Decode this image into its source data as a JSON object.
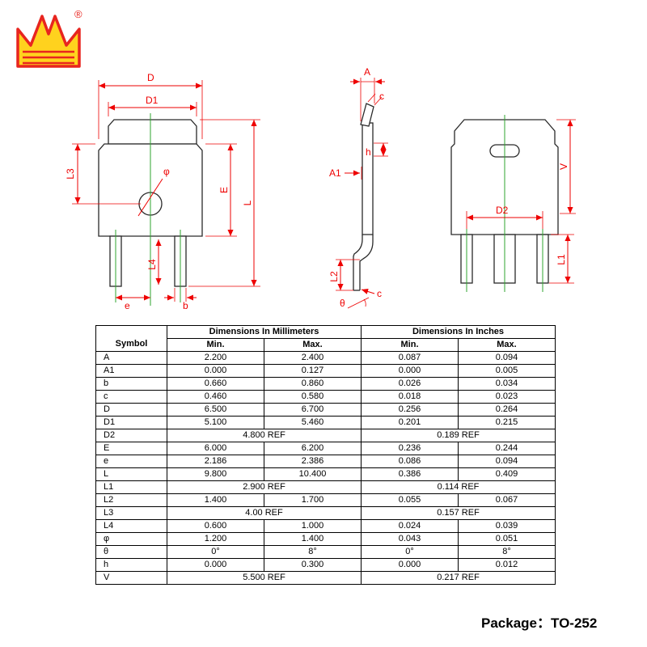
{
  "logo": {
    "registered_mark": "®"
  },
  "dims": {
    "D": "D",
    "D1": "D1",
    "L3": "L3",
    "E": "E",
    "L": "L",
    "L4": "L4",
    "e": "e",
    "b": "b",
    "phi": "φ",
    "A": "A",
    "c": "c",
    "h": "h",
    "A1": "A1",
    "L2": "L2",
    "theta": "θ",
    "D2": "D2",
    "V": "V",
    "L1": "L1"
  },
  "table": {
    "headers": {
      "symbol": "Symbol",
      "mm": "Dimensions In Millimeters",
      "inches": "Dimensions In Inches",
      "min": "Min.",
      "max": "Max."
    },
    "rows": [
      {
        "symbol": "A",
        "mm_min": "2.200",
        "mm_max": "2.400",
        "in_min": "0.087",
        "in_max": "0.094"
      },
      {
        "symbol": "A1",
        "mm_min": "0.000",
        "mm_max": "0.127",
        "in_min": "0.000",
        "in_max": "0.005"
      },
      {
        "symbol": "b",
        "mm_min": "0.660",
        "mm_max": "0.860",
        "in_min": "0.026",
        "in_max": "0.034"
      },
      {
        "symbol": "c",
        "mm_min": "0.460",
        "mm_max": "0.580",
        "in_min": "0.018",
        "in_max": "0.023"
      },
      {
        "symbol": "D",
        "mm_min": "6.500",
        "mm_max": "6.700",
        "in_min": "0.256",
        "in_max": "0.264"
      },
      {
        "symbol": "D1",
        "mm_min": "5.100",
        "mm_max": "5.460",
        "in_min": "0.201",
        "in_max": "0.215"
      },
      {
        "symbol": "D2",
        "mm_ref": "4.800 REF",
        "in_ref": "0.189 REF"
      },
      {
        "symbol": "E",
        "mm_min": "6.000",
        "mm_max": "6.200",
        "in_min": "0.236",
        "in_max": "0.244"
      },
      {
        "symbol": "e",
        "mm_min": "2.186",
        "mm_max": "2.386",
        "in_min": "0.086",
        "in_max": "0.094"
      },
      {
        "symbol": "L",
        "mm_min": "9.800",
        "mm_max": "10.400",
        "in_min": "0.386",
        "in_max": "0.409"
      },
      {
        "symbol": "L1",
        "mm_ref": "2.900 REF",
        "in_ref": "0.114 REF"
      },
      {
        "symbol": "L2",
        "mm_min": "1.400",
        "mm_max": "1.700",
        "in_min": "0.055",
        "in_max": "0.067"
      },
      {
        "symbol": "L3",
        "mm_ref": "4.00 REF",
        "in_ref": "0.157 REF"
      },
      {
        "symbol": "L4",
        "mm_min": "0.600",
        "mm_max": "1.000",
        "in_min": "0.024",
        "in_max": "0.039"
      },
      {
        "symbol": "φ",
        "mm_min": "1.200",
        "mm_max": "1.400",
        "in_min": "0.043",
        "in_max": "0.051"
      },
      {
        "symbol": "θ",
        "mm_min": "0°",
        "mm_max": "8°",
        "in_min": "0°",
        "in_max": "8°"
      },
      {
        "symbol": "h",
        "mm_min": "0.000",
        "mm_max": "0.300",
        "in_min": "0.000",
        "in_max": "0.012"
      },
      {
        "symbol": "V",
        "mm_ref": "5.500 REF",
        "in_ref": "0.217 REF"
      }
    ]
  },
  "footer": {
    "package_label": "Package：TO-252"
  }
}
